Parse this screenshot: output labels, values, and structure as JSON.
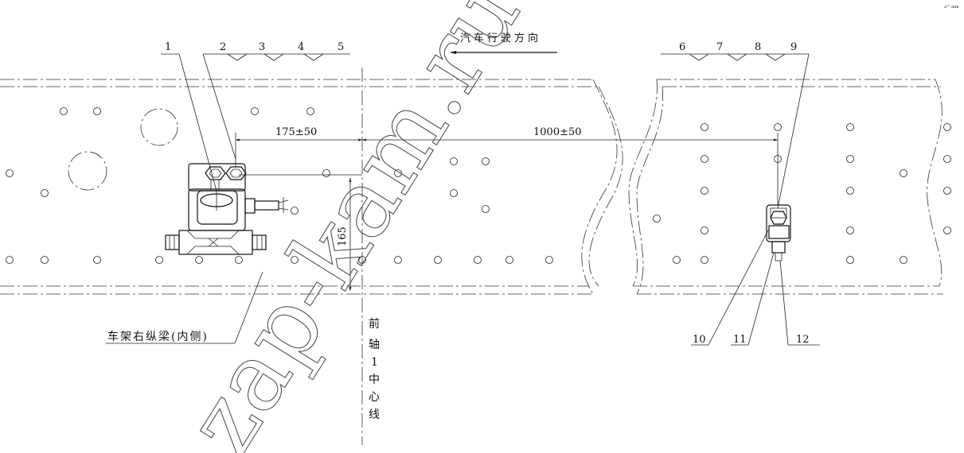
{
  "direction_label": "汽车行驶方向",
  "frame_label": "车架右纵梁(内侧)",
  "axle_label": [
    "前",
    "轴",
    "1",
    "中",
    "心",
    "线"
  ],
  "dimensions": {
    "left_offset": "175±50",
    "right_offset": "1000±50",
    "vertical_offset": "165"
  },
  "callouts": [
    "1",
    "2",
    "3",
    "4",
    "5",
    "6",
    "7",
    "8",
    "9",
    "10",
    "11",
    "12"
  ],
  "watermark": "zap-kam.ru",
  "corner_mark": "a\"\" mm"
}
